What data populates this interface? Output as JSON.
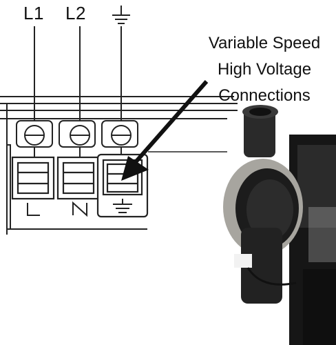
{
  "wire_labels": {
    "l1": "L1",
    "l2": "L2",
    "ground_symbol": "ground-icon"
  },
  "terminal_marks": {
    "line": "L",
    "neutral": "N",
    "ground_symbol": "ground-icon"
  },
  "callout": {
    "line1": "Variable Speed",
    "line2": "High Voltage",
    "line3": "Connections"
  },
  "colors": {
    "line_art": "#222222",
    "arrow": "#111111",
    "pump_body": "#1c1c1c",
    "pump_ring": "#a7a59f"
  }
}
